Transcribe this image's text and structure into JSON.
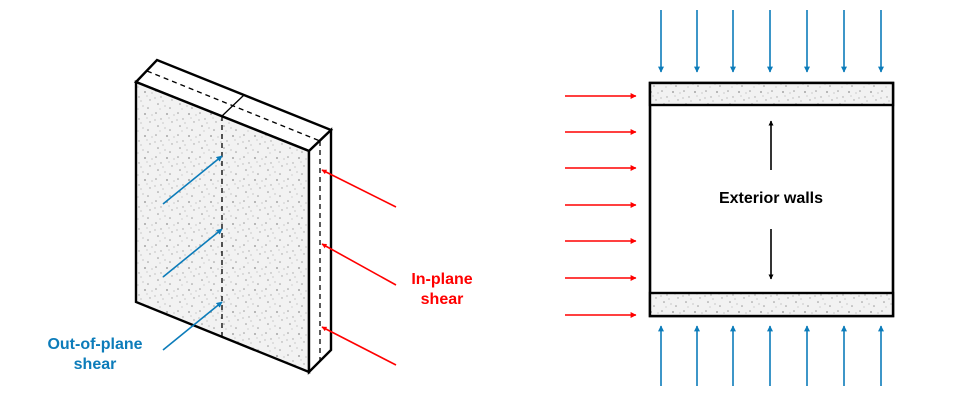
{
  "labels": {
    "in_plane_line1": "In-plane",
    "in_plane_line2": "shear",
    "out_of_plane_line1": "Out-of-plane",
    "out_of_plane_line2": "shear",
    "exterior_walls": "Exterior walls"
  },
  "colors": {
    "in_plane_arrow": "#ff0000",
    "in_plane_text": "#ff0000",
    "out_of_plane_arrow": "#0c7cba",
    "out_of_plane_text": "#0c7cba",
    "outline": "#000000",
    "panel_fill": "#f2f2f2",
    "speckle": "#9a9a9a"
  },
  "icons": {
    "wall_panel": "isometric-wall-panel",
    "in_plane_arrows": "arrow-right-icon",
    "out_of_plane_arrows": "arrow-diagonal-icon",
    "load_arrows": "arrow-down-icon"
  }
}
